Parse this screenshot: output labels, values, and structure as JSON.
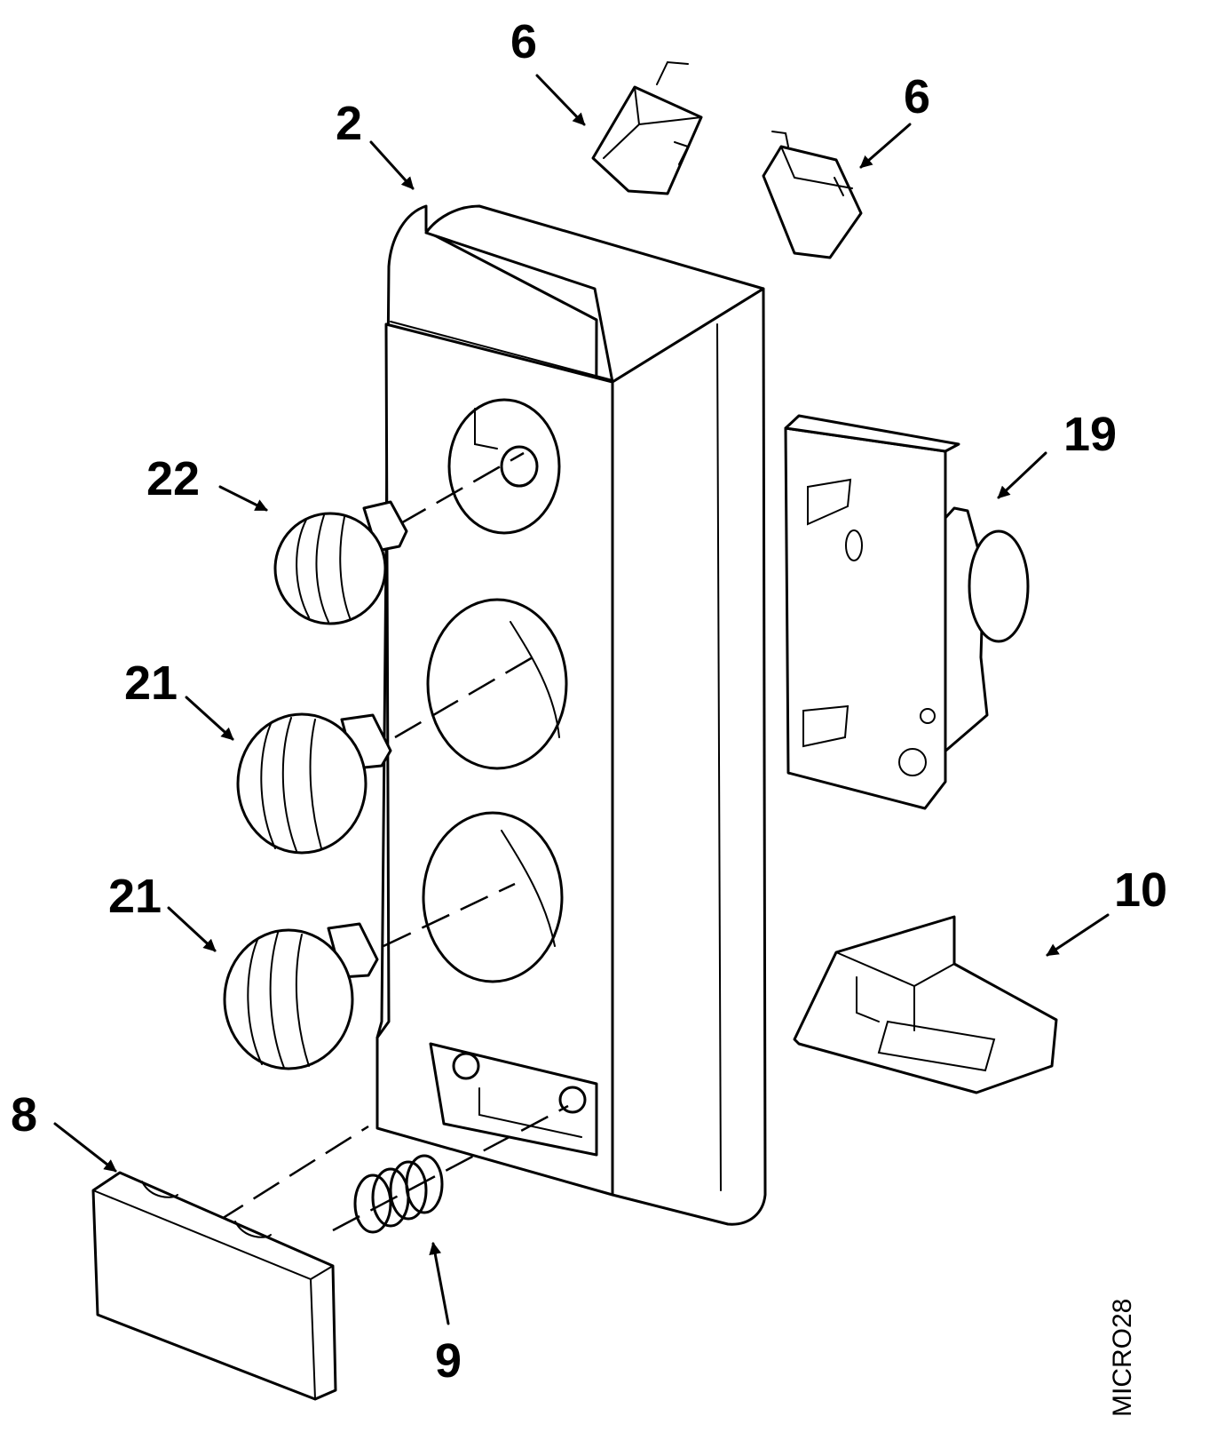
{
  "labels": {
    "control_panel": "2",
    "switch_a": "6",
    "switch_b": "6",
    "knob_top": "22",
    "knob_mid": "21",
    "knob_low": "21",
    "timer": "19",
    "bracket": "10",
    "door_button": "8",
    "spring": "9"
  },
  "drawing_code": "MICRO28"
}
